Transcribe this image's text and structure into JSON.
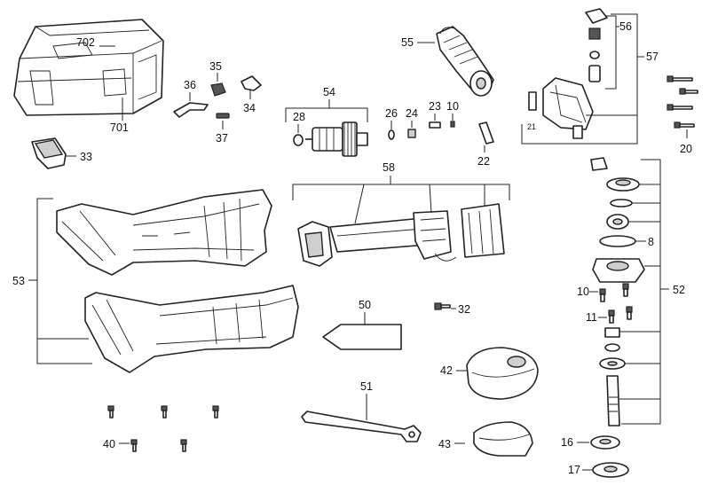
{
  "labels": {
    "p702": "702",
    "p701": "701",
    "p33": "33",
    "p35": "35",
    "p36": "36",
    "p34": "34",
    "p37": "37",
    "p54": "54",
    "p28": "28",
    "p55": "55",
    "p26": "26",
    "p24": "24",
    "p23": "23",
    "p10a": "10",
    "p22": "22",
    "p56": "56",
    "p57": "57",
    "p21": "21",
    "p20": "20",
    "p58": "58",
    "p53": "53",
    "p50": "50",
    "p32": "32",
    "p8": "8",
    "p52": "52",
    "p10b": "10",
    "p11": "11",
    "p42": "42",
    "p51": "51",
    "p40": "40",
    "p43": "43",
    "p16": "16",
    "p17": "17"
  }
}
